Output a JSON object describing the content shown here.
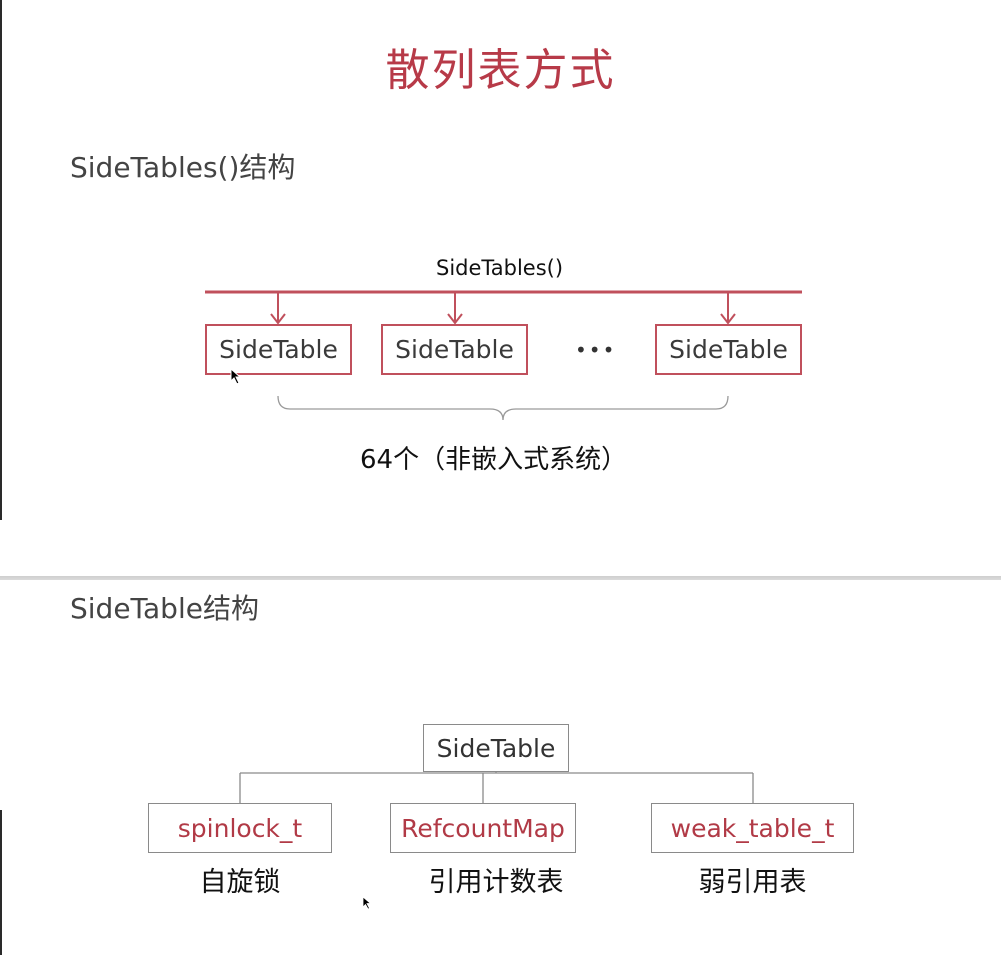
{
  "top_slide": {
    "title": "散列表方式",
    "heading": "SideTables()结构",
    "diagram": {
      "root_label": "SideTables()",
      "tables": [
        "SideTable",
        "SideTable",
        "SideTable"
      ],
      "ellipsis": "•••",
      "count_label": "64个（非嵌入式系统）"
    },
    "accent_color": "#c0505c"
  },
  "bottom_slide": {
    "heading": "SideTable结构",
    "diagram": {
      "root_label": "SideTable",
      "children": [
        {
          "type": "spinlock_t",
          "caption": "自旋锁"
        },
        {
          "type": "RefcountMap",
          "caption": "引用计数表"
        },
        {
          "type": "weak_table_t",
          "caption": "弱引用表"
        }
      ]
    }
  }
}
